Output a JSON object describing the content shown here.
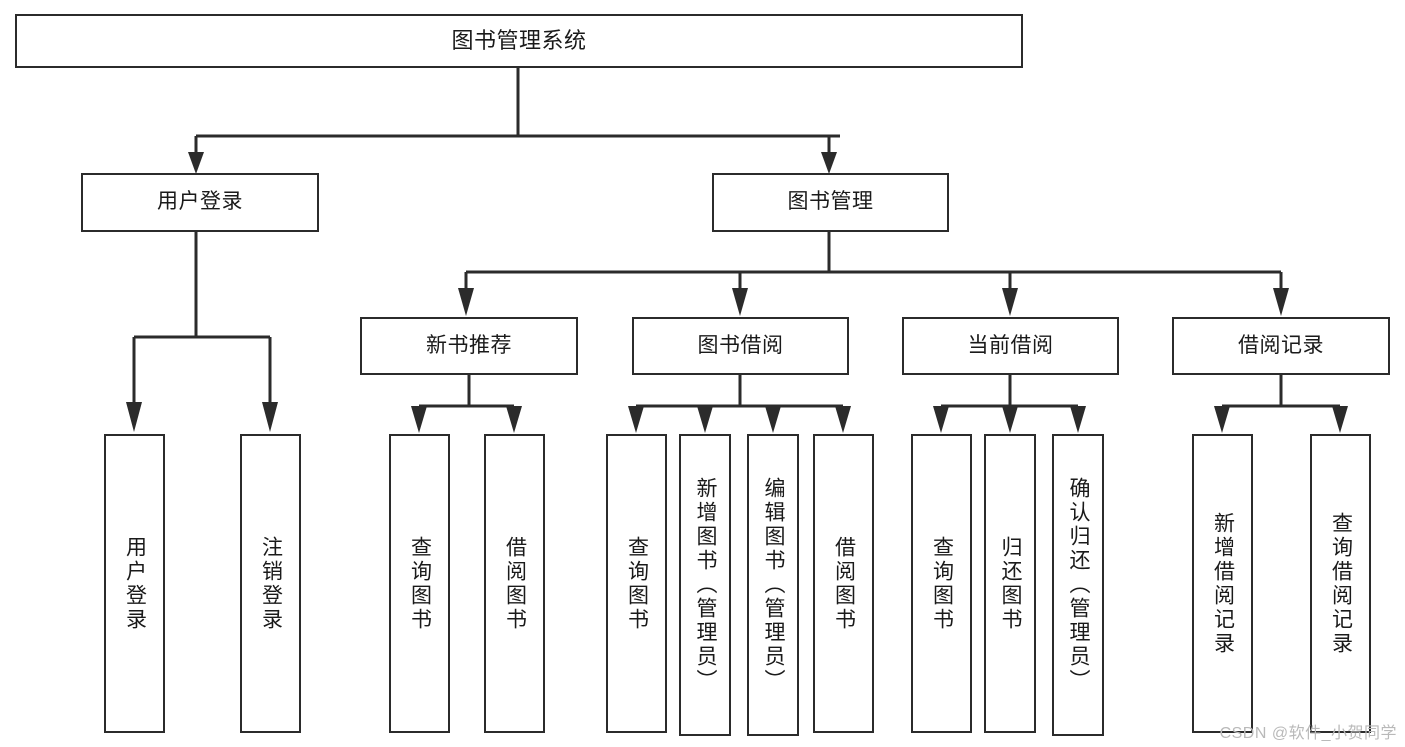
{
  "diagram": {
    "title": "图书管理系统",
    "type": "tree",
    "watermark": "CSDN @软件_小贺同学",
    "levels": {
      "root": {
        "label": "图书管理系统"
      },
      "level2": [
        {
          "label": "用户登录"
        },
        {
          "label": "图书管理"
        }
      ],
      "level3": [
        {
          "label": "新书推荐"
        },
        {
          "label": "图书借阅"
        },
        {
          "label": "当前借阅"
        },
        {
          "label": "借阅记录"
        }
      ],
      "leaves": [
        {
          "label": "用户登录",
          "parent": "用户登录"
        },
        {
          "label": "注销登录",
          "parent": "用户登录"
        },
        {
          "label": "查询图书",
          "parent": "新书推荐"
        },
        {
          "label": "借阅图书",
          "parent": "新书推荐"
        },
        {
          "label": "查询图书",
          "parent": "图书借阅"
        },
        {
          "label": "新增图书（管理员）",
          "parent": "图书借阅"
        },
        {
          "label": "编辑图书（管理员）",
          "parent": "图书借阅"
        },
        {
          "label": "借阅图书",
          "parent": "图书借阅"
        },
        {
          "label": "查询图书",
          "parent": "当前借阅"
        },
        {
          "label": "归还图书",
          "parent": "当前借阅"
        },
        {
          "label": "确认归还（管理员）",
          "parent": "当前借阅"
        },
        {
          "label": "新增借阅记录",
          "parent": "借阅记录"
        },
        {
          "label": "查询借阅记录",
          "parent": "借阅记录"
        }
      ]
    },
    "colors": {
      "stroke": "#2b2b2b",
      "fill": "#ffffff",
      "text": "#1a1a1a",
      "watermark": "#b9b9b9"
    }
  }
}
